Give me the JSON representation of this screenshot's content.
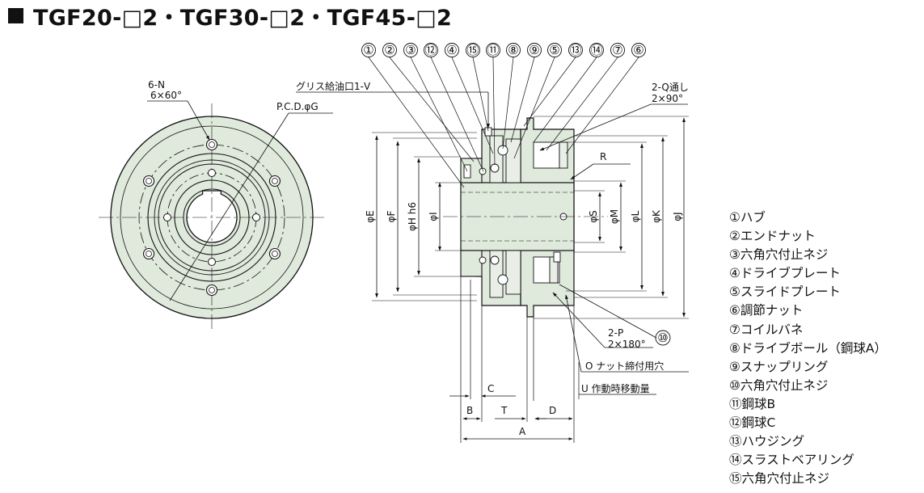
{
  "title": {
    "text": "TGF20-□2・TGF30-□2・TGF45-□2"
  },
  "colors": {
    "body_fill": "#dfe9dc",
    "line": "#111111",
    "hatch_inner": "#e9efe7"
  },
  "front_view": {
    "bolt_label": "6-N",
    "bolt_angle": "6×60°",
    "pcd_label": "P.C.D.φG"
  },
  "side_view": {
    "grease_label": "グリス給油口1-V",
    "q_label": "2-Q通し",
    "q_angle": "2×90°",
    "r_label": "R",
    "dia_e": "φE",
    "dia_f": "φF",
    "dia_h": "φH h6",
    "dia_i": "φI",
    "dia_s": "φS",
    "dia_m": "φM",
    "dia_l": "φL",
    "dia_k": "φK",
    "dia_j": "φJ",
    "p_label": "2-P",
    "p_angle": "2×180°",
    "o_label": "O ナット締付用穴",
    "u_label": "U 作動時移動量",
    "dim_a": "A",
    "dim_b": "B",
    "dim_c": "C",
    "dim_d": "D",
    "dim_t": "T"
  },
  "callouts": [
    "①",
    "②",
    "③",
    "⑫",
    "④",
    "⑮",
    "⑪",
    "⑧",
    "⑨",
    "⑤",
    "⑬",
    "⑭",
    "⑦",
    "⑥"
  ],
  "callout_bottom": "⑩",
  "legend": [
    "①ハブ",
    "②エンドナット",
    "③六角穴付止ネジ",
    "④ドライブプレート",
    "⑤スライドプレート",
    "⑥調節ナット",
    "⑦コイルバネ",
    "⑧ドライブボール（鋼球A）",
    "⑨スナップリング",
    "⑩六角穴付止ネジ",
    "⑪鋼球B",
    "⑫鋼球C",
    "⑬ハウジング",
    "⑭スラストベアリング",
    "⑮六角穴付止ネジ"
  ]
}
